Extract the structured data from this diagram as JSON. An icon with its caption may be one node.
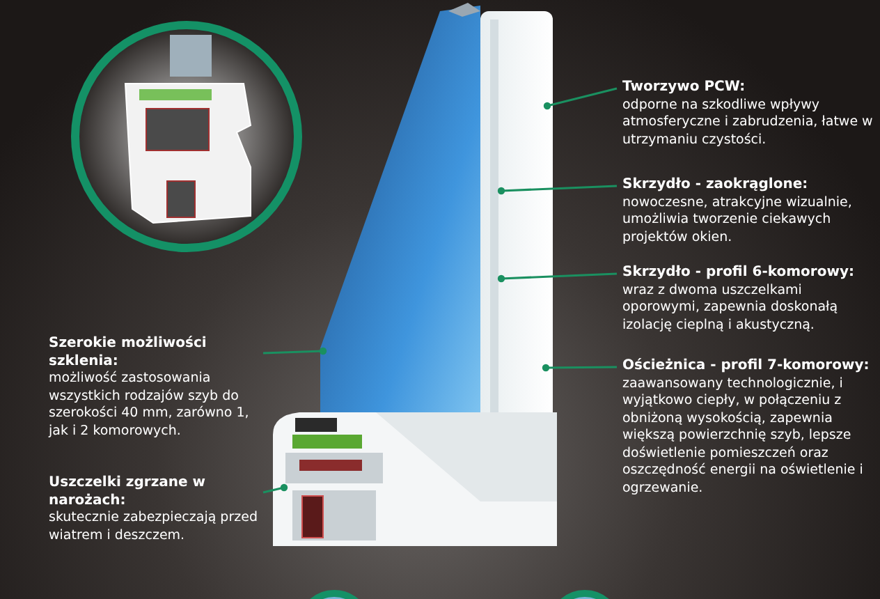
{
  "diagram": {
    "nodes": [
      {
        "text": [
          "Tworzywo PCW:",
          "odporne na szkodliwe wpływy atmosferyczne i zabrudzenia, łatwe w utrzymaniu czystości."
        ]
      },
      {
        "text": [
          "Skrzydło - zaokrąglone:",
          "nowoczesne, atrakcyjne wizualnie, umożliwia tworzenie ciekawych projektów okien."
        ]
      },
      {
        "text": [
          "Skrzydło - profil 6-komorowy:",
          "wraz z dwoma uszczelkami oporowymi, zapewnia doskonałą izolację cieplną i akustyczną."
        ]
      },
      {
        "text": [
          "Ościeżnica - profil 7-komorowy:",
          "zaawansowany technologicznie, i wyjątkowo ciepły, w połączeniu z obniżoną wysokością, zapewnia większą powierzchnię szyb, lepsze doświetlenie pomieszczeń oraz oszczędność energii na oświetlenie i ogrzewanie."
        ]
      },
      {
        "text": [
          "Szerokie możliwości szklenia:",
          "możliwość zastosowania wszystkich rodzajów szyb do szerokości 40 mm, zarówno 1, jak i 2 komorowych."
        ]
      },
      {
        "text": [
          "Uszczelki zgrzane w narożach:",
          "skutecznie zabezpieczają przed wiatrem i deszczem."
        ]
      }
    ],
    "edges": [
      {
        "from": 0,
        "to": null,
        "arrow": "other"
      },
      {
        "from": 1,
        "to": null,
        "arrow": "other"
      },
      {
        "from": 2,
        "to": null,
        "arrow": "other"
      },
      {
        "from": 3,
        "to": null,
        "arrow": "other"
      },
      {
        "from": 4,
        "to": null,
        "arrow": "other"
      },
      {
        "from": 5,
        "to": null,
        "arrow": "other"
      }
    ]
  }
}
